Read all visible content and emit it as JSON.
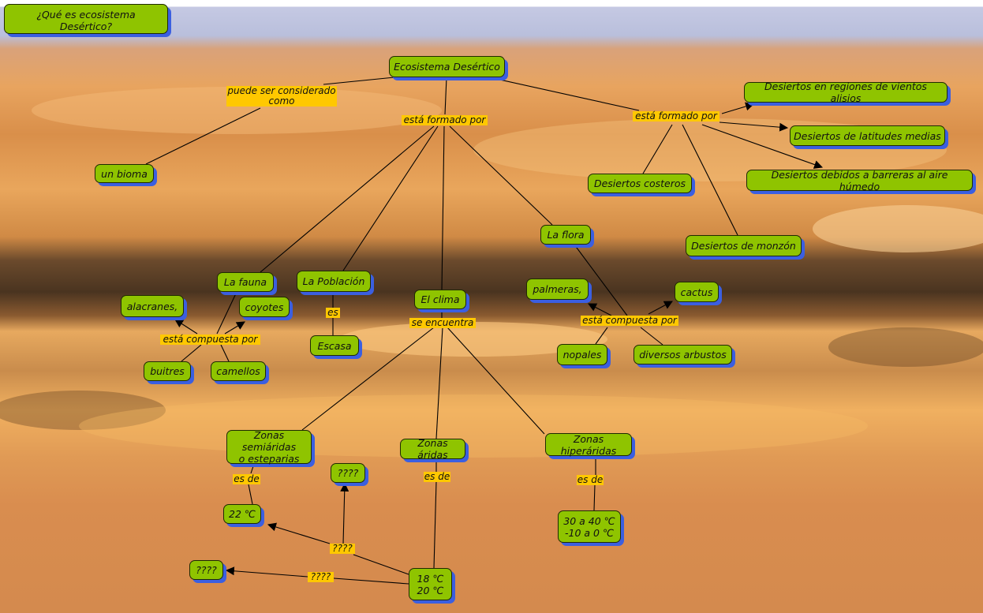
{
  "title": "¿Qué es ecosistema Desértico?",
  "nodes": {
    "ecosistema": "Ecosistema Desértico",
    "bioma": "un bioma",
    "regiones": "Desiertos en regiones de vientos alisios",
    "latitudes": "Desiertos de latitudes medias",
    "barreras": "Desiertos debidos a barreras al aire húmedo",
    "costeros": "Desiertos costeros",
    "monzon": "Desiertos de monzón",
    "flora": "La flora",
    "fauna": "La fauna",
    "poblacion": "La Población",
    "clima": "El clima",
    "alacranes": "alacranes,",
    "coyotes": "coyotes",
    "escasa": "Escasa",
    "buitres": "buitres",
    "camellos": "camellos",
    "palmeras": "palmeras,",
    "cactus": "cactus",
    "nopales": "nopales",
    "arbustos": "diversos arbustos",
    "semiaridas": "Zonas semiáridas\no esteparias",
    "unknown1": "????",
    "aridas": "Zonas áridas",
    "hiperaridas": "Zonas hiperáridas",
    "temp22": "22  ℃",
    "temp30": "30 a 40 ℃\n-10 a 0 ℃",
    "unknown2": "????",
    "temp18": "18  ℃\n20  ℃"
  },
  "labels": {
    "considerado": "puede ser considerado\ncomo",
    "formado_center": "está formado por",
    "formado_right": "está formado por",
    "compuesta_fauna": "está compuesta por",
    "es": "es",
    "se_encuentra": "se encuentra",
    "compuesta_flora": "está compuesta por",
    "es_de_1": "es de",
    "es_de_2": "es de",
    "es_de_3": "es de",
    "unknown_link1": "????",
    "unknown_link2": "????"
  },
  "colors": {
    "concept": "#8fc400",
    "link_label": "#ffc800",
    "shadow": "#3b5fe0"
  }
}
